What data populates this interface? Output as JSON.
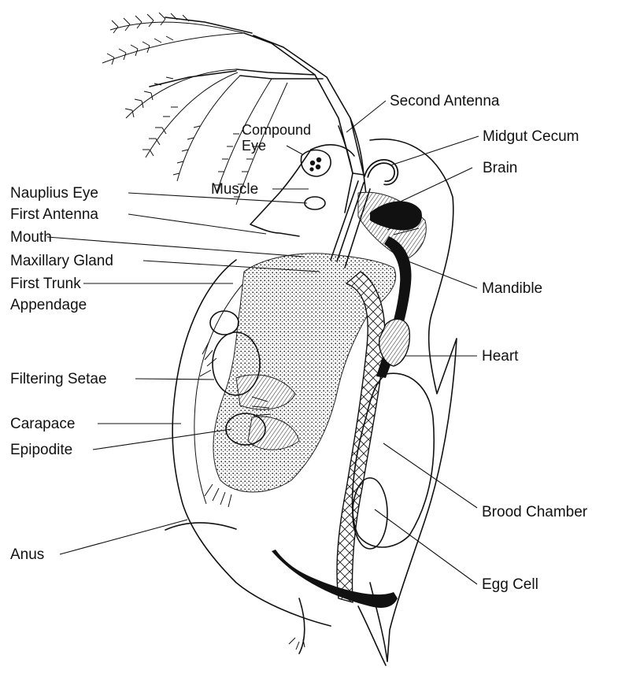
{
  "labels": {
    "second_antenna": "Second Antenna",
    "compound_eye": "Compound Eye",
    "midgut_cecum": "Midgut Cecum",
    "brain": "Brain",
    "muscle": "Muscle",
    "nauplius_eye": "Nauplius Eye",
    "first_antenna": "First Antenna",
    "mouth": "Mouth",
    "maxillary_gland": "Maxillary Gland",
    "first_trunk_appendage": "First Trunk Appendage",
    "mandible": "Mandible",
    "heart": "Heart",
    "filtering_setae": "Filtering Setae",
    "carapace": "Carapace",
    "epipodite": "Epipodite",
    "brood_chamber": "Brood Chamber",
    "anus": "Anus",
    "egg_cell": "Egg Cell"
  }
}
